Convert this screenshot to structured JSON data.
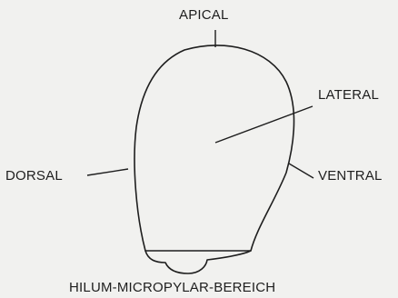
{
  "labels": {
    "apical": "APICAL",
    "lateral": "LATERAL",
    "dorsal": "DORSAL",
    "ventral": "VENTRAL",
    "hilum": "HILUM-MICROPYLAR-BEREICH"
  },
  "colors": {
    "background": "#f1f1ef",
    "ink": "#1e1e1e"
  }
}
